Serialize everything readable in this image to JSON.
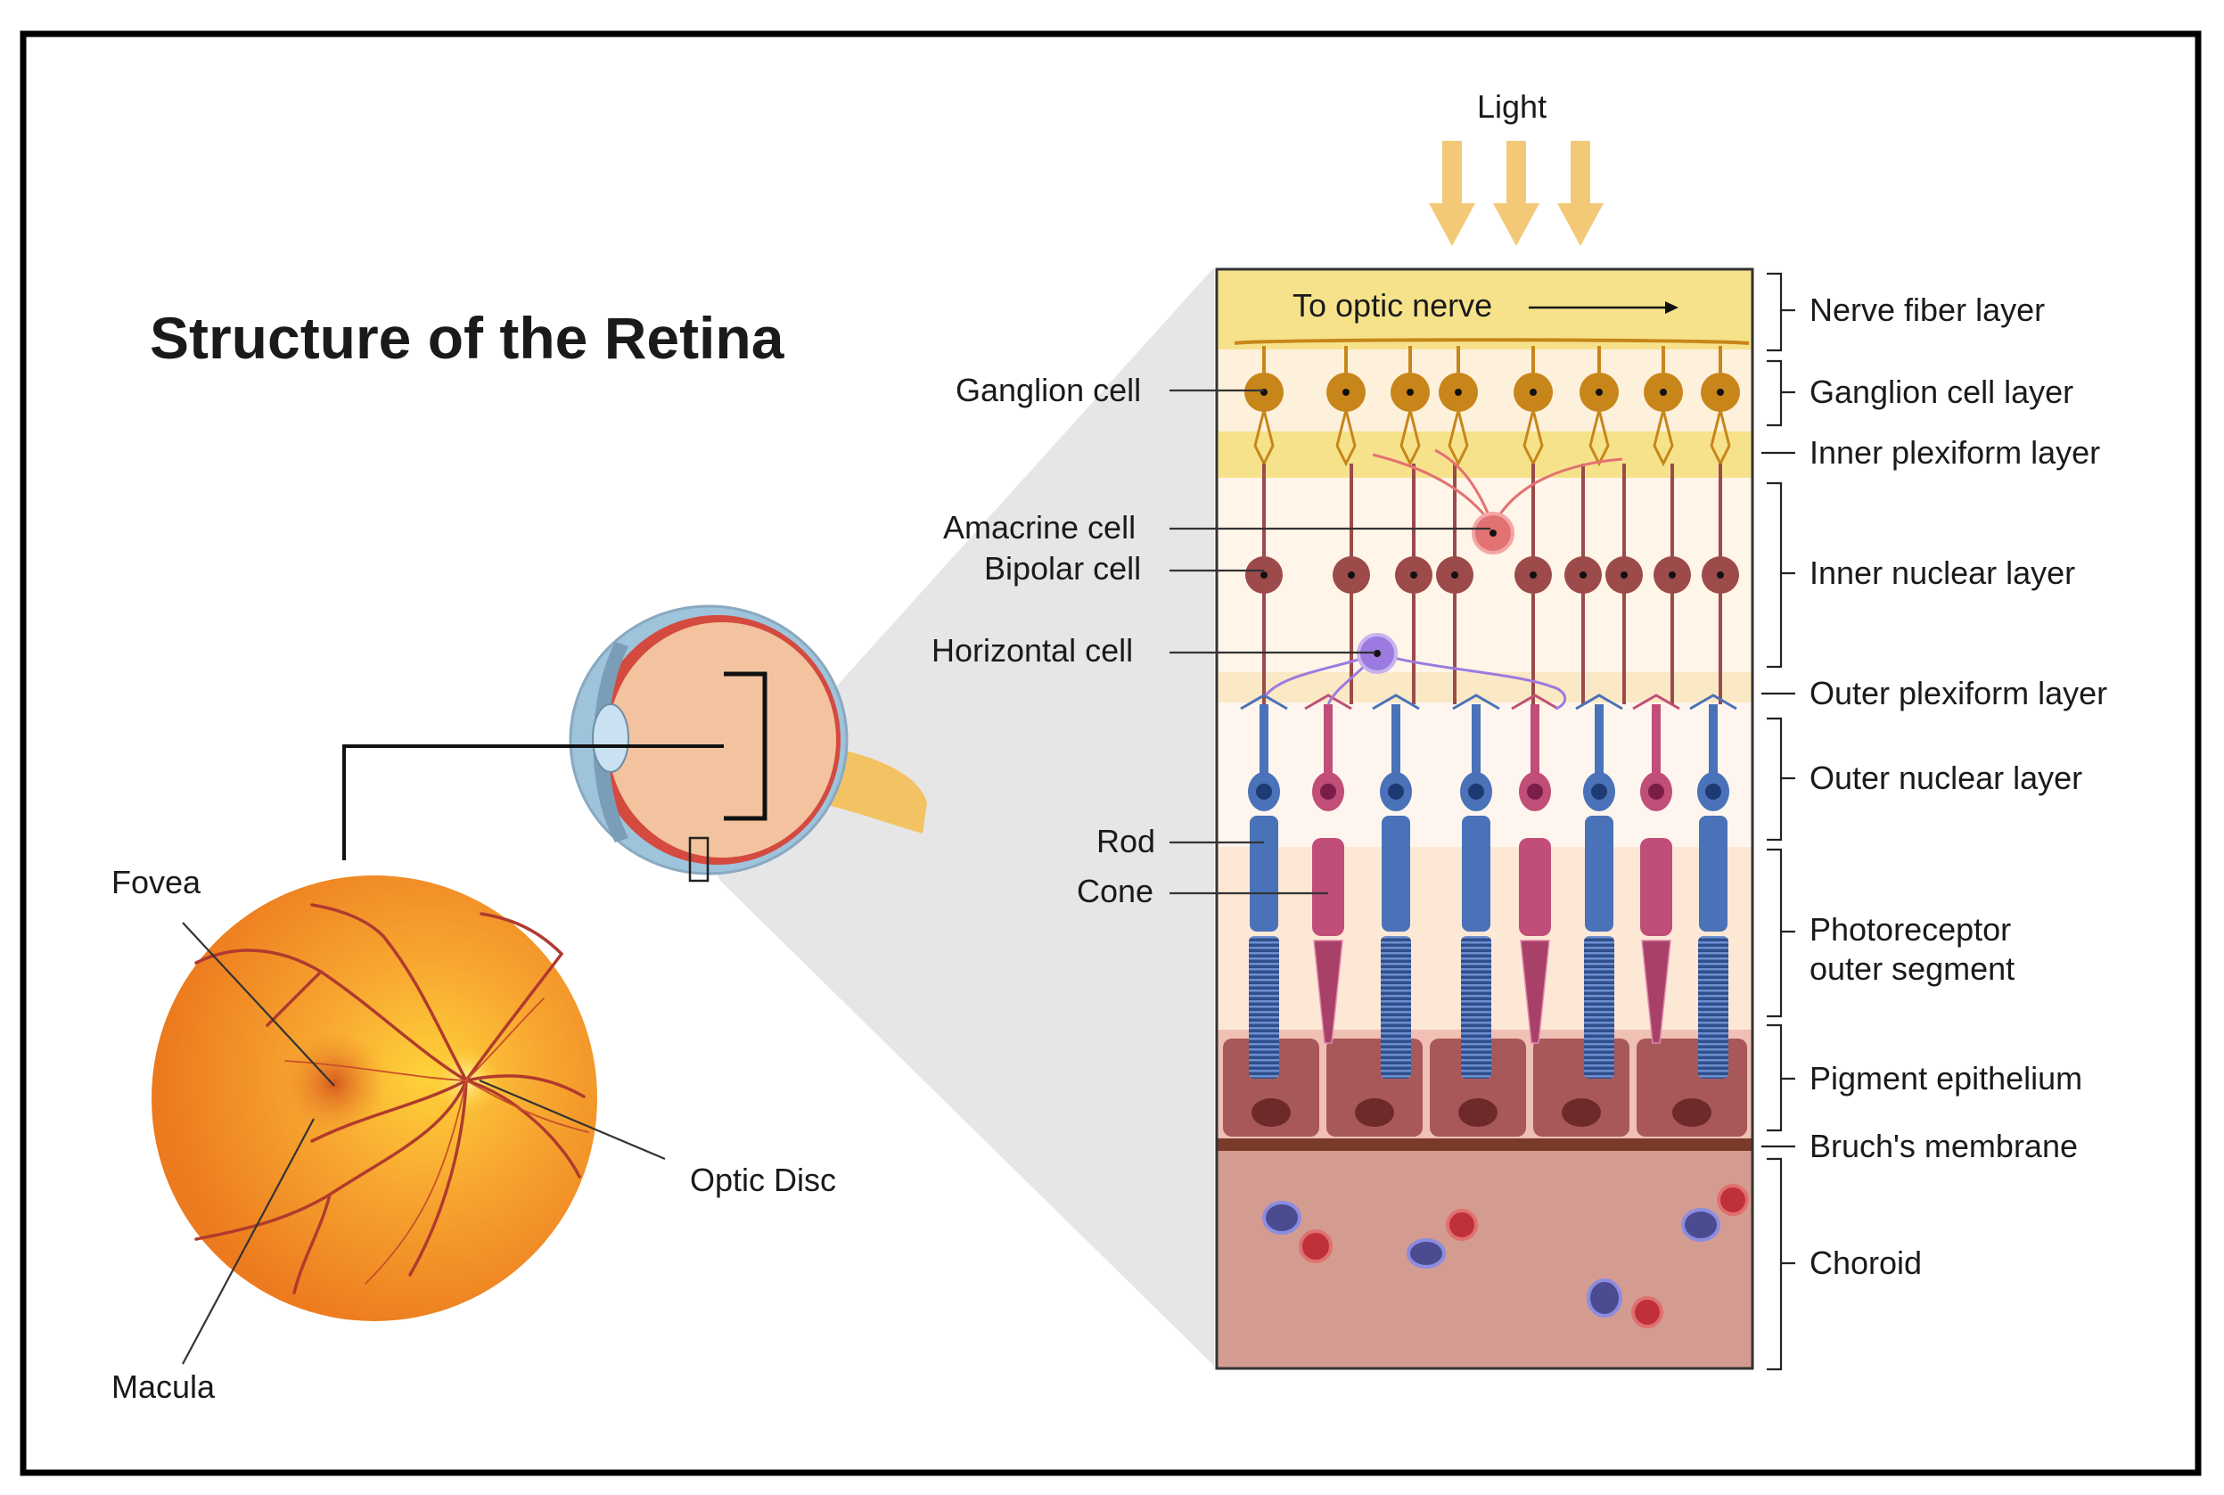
{
  "title": "Structure of the Retina",
  "light_label": "Light",
  "optic_nerve_label": "To optic nerve",
  "fundus_labels": {
    "fovea": "Fovea",
    "macula": "Macula",
    "optic_disc": "Optic Disc"
  },
  "cell_labels": {
    "ganglion": "Ganglion cell",
    "amacrine": "Amacrine cell",
    "bipolar": "Bipolar cell",
    "horizontal": "Horizontal cell",
    "rod": "Rod",
    "cone": "Cone"
  },
  "layer_labels": {
    "nerve_fiber": "Nerve fiber layer",
    "ganglion_layer": "Ganglion cell layer",
    "inner_plexiform": "Inner plexiform layer",
    "inner_nuclear": "Inner nuclear layer",
    "outer_plexiform": "Outer plexiform layer",
    "outer_nuclear": "Outer nuclear layer",
    "pos_line1": "Photoreceptor",
    "pos_line2": "outer segment",
    "pigment": "Pigment epithelium",
    "bruch": "Bruch's membrane",
    "choroid": "Choroid"
  },
  "colors": {
    "nerve_fiber_bg": "#f7e28c",
    "neuron_gold": "#c8861a",
    "bipolar": "#9c4a4a",
    "amacrine": "#e37272",
    "horizontal": "#9c7ae0",
    "rod": "#4a72b8",
    "cone": "#c04e78",
    "pigment": "#a85858",
    "choroid": "#d49c90",
    "fundus": "#f29a30",
    "light_arrow": "#f3c978"
  }
}
